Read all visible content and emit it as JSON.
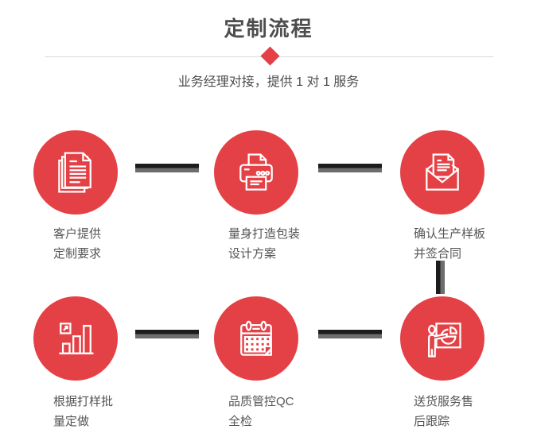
{
  "header": {
    "title": "定制流程",
    "subtitle": "业务经理对接，提供 1 对 1 服务"
  },
  "colors": {
    "accent_red": "#e44146",
    "connector_dark": "#1c1c1c",
    "connector_gray": "#6d6d6d",
    "divider": "#d9d9d9",
    "title_text": "#4d4d4d",
    "label_text": "#555555"
  },
  "steps": [
    {
      "id": 1,
      "icon": "documents-icon",
      "label_line1": "客户提供",
      "label_line2": "定制要求"
    },
    {
      "id": 2,
      "icon": "printer-icon",
      "label_line1": "量身打造包装",
      "label_line2": "设计方案"
    },
    {
      "id": 3,
      "icon": "envelope-icon",
      "label_line1": "确认生产样板",
      "label_line2": "并签合同"
    },
    {
      "id": 4,
      "icon": "bar-chart-icon",
      "label_line1": "根据打样批",
      "label_line2": "量定做"
    },
    {
      "id": 5,
      "icon": "calendar-icon",
      "label_line1": "品质管控QC",
      "label_line2": "全检"
    },
    {
      "id": 6,
      "icon": "presenter-icon",
      "label_line1": "送货服务售",
      "label_line2": "后跟踪"
    }
  ]
}
